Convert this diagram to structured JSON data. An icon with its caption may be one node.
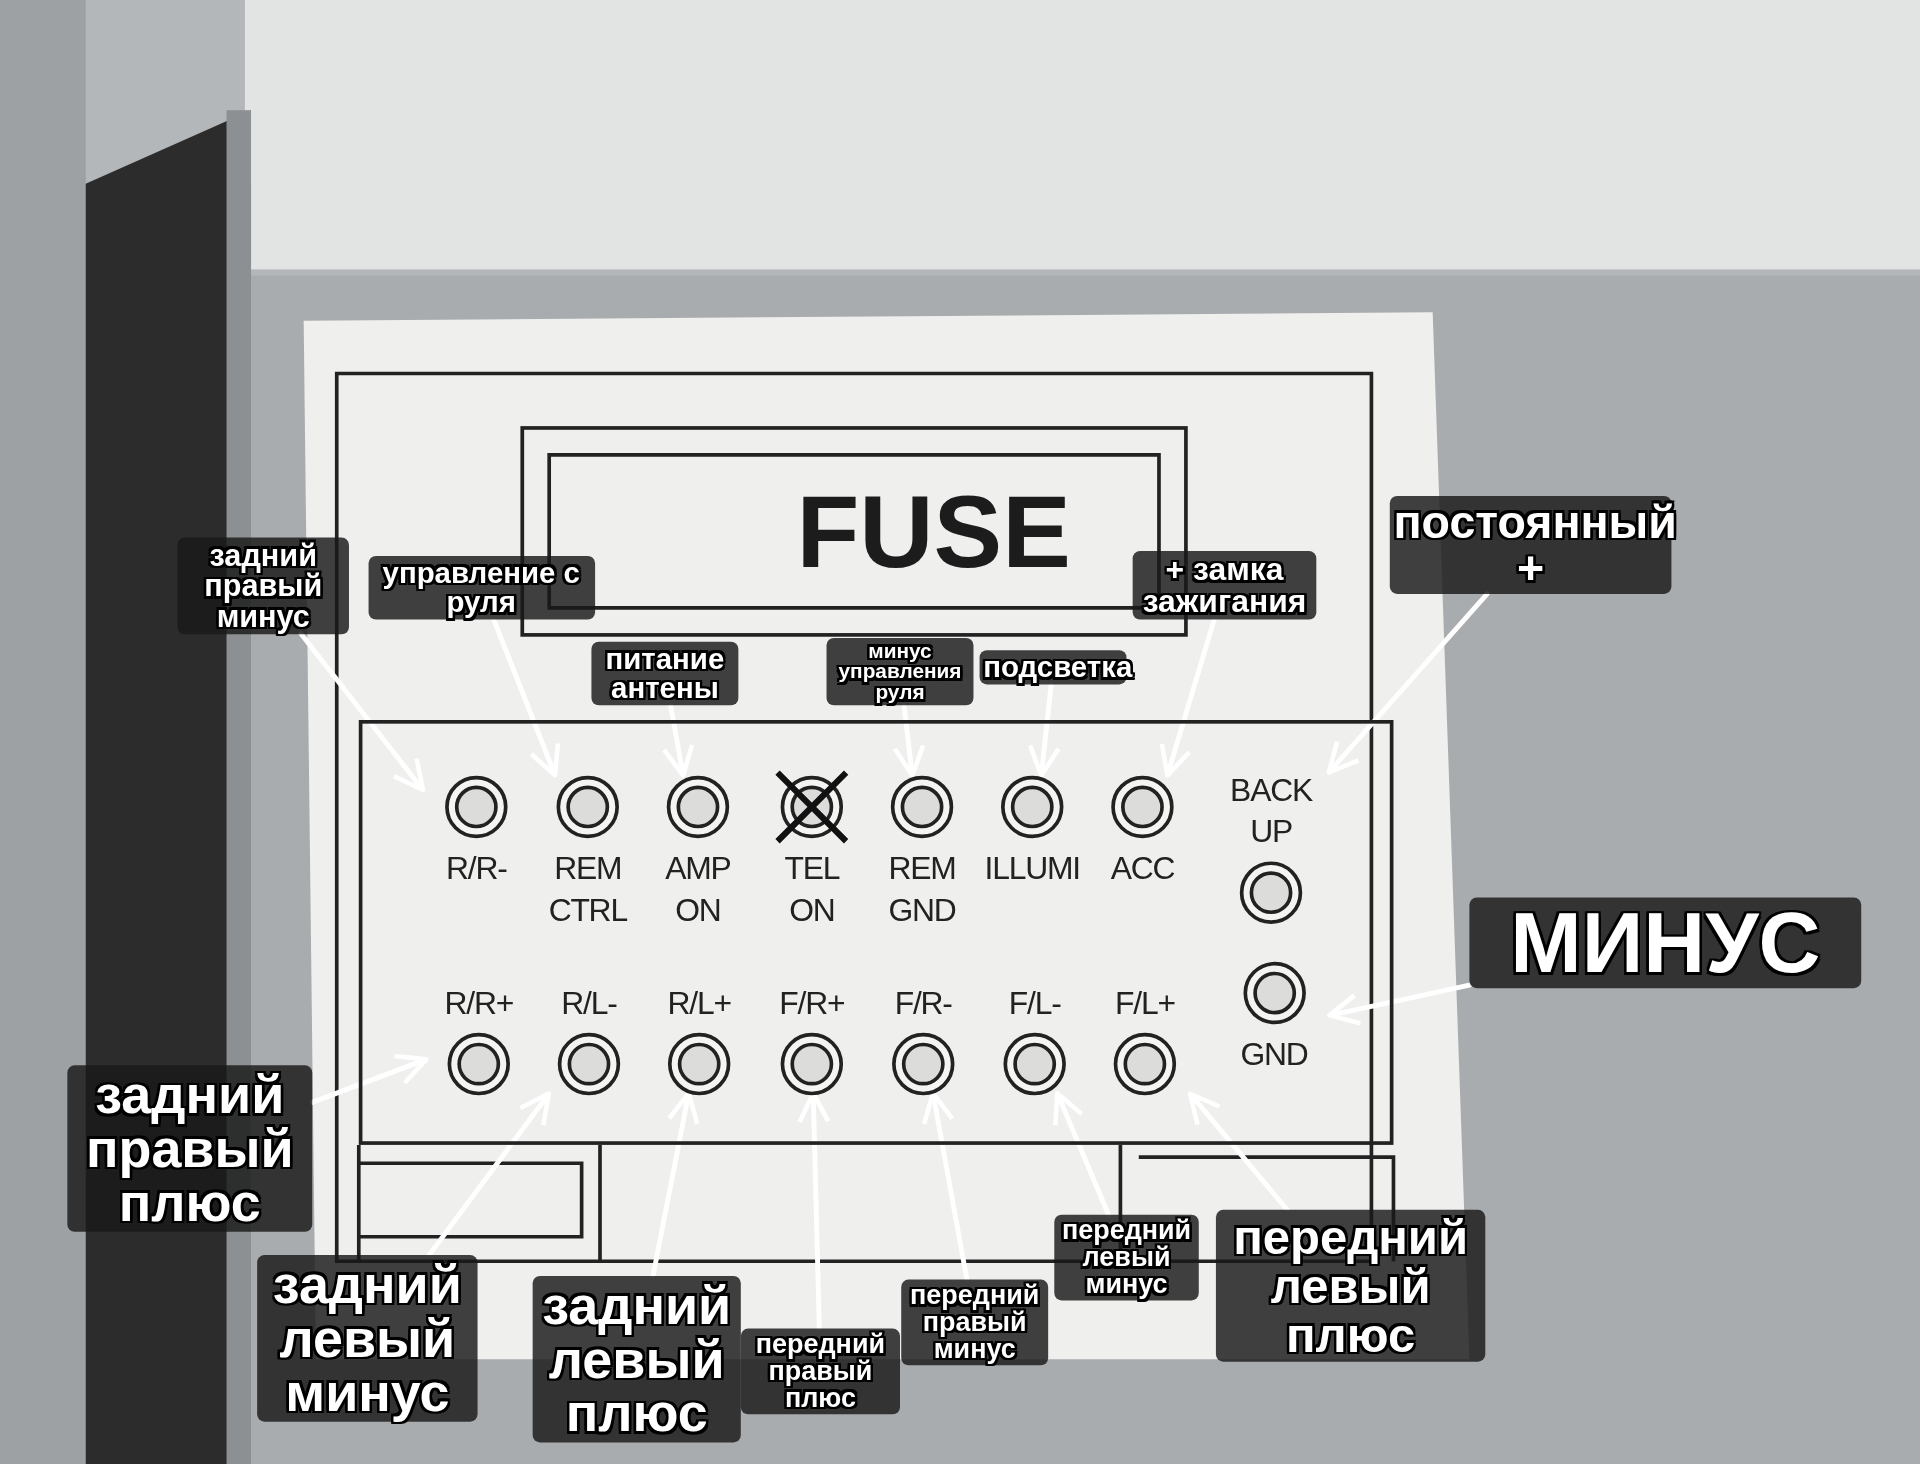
{
  "diagram": {
    "nodes": [
      {
        "text": [
          "FUSE"
        ]
      },
      {
        "text": [],
        "shape": "box"
      },
      {
        "text": [
          "R/R-"
        ],
        "in": 1
      },
      {
        "text": [
          "REM CTRL"
        ],
        "in": 1
      },
      {
        "text": [
          "AMP ON"
        ],
        "in": 1
      },
      {
        "text": [
          "TEL ON"
        ],
        "in": 1
      },
      {
        "text": [
          "REM GND"
        ],
        "in": 1
      },
      {
        "text": [
          "ILLUMI"
        ],
        "in": 1
      },
      {
        "text": [
          "ACC"
        ],
        "in": 1
      },
      {
        "text": [
          "BACK UP"
        ],
        "in": 1
      },
      {
        "text": [
          "R/R+"
        ],
        "in": 1
      },
      {
        "text": [
          "R/L-"
        ],
        "in": 1
      },
      {
        "text": [
          "R/L+"
        ],
        "in": 1
      },
      {
        "text": [
          "F/R+"
        ],
        "in": 1
      },
      {
        "text": [
          "F/R-"
        ],
        "in": 1
      },
      {
        "text": [
          "F/L-"
        ],
        "in": 1
      },
      {
        "text": [
          "F/L+"
        ],
        "in": 1
      },
      {
        "text": [
          "GND"
        ],
        "in": 1
      },
      {
        "text": [
          "задний правый минус"
        ]
      },
      {
        "text": [
          "управление с руля"
        ]
      },
      {
        "text": [
          "питание антены"
        ]
      },
      {
        "text": [
          "минус управления руля"
        ]
      },
      {
        "text": [
          "подсветка"
        ]
      },
      {
        "text": [
          "+ замка зажигания"
        ]
      },
      {
        "text": [
          "постоянный +"
        ]
      },
      {
        "text": [
          "МИНУС"
        ]
      },
      {
        "text": [
          "задний правый плюс"
        ]
      },
      {
        "text": [
          "задний левый минус"
        ]
      },
      {
        "text": [
          "задний левый плюс"
        ]
      },
      {
        "text": [
          "передний правый плюс"
        ]
      },
      {
        "text": [
          "передний правый минус"
        ]
      },
      {
        "text": [
          "передний левый минус"
        ]
      },
      {
        "text": [
          "передний левый плюс"
        ]
      }
    ],
    "edges": [
      {
        "from": 18,
        "to": 2,
        "arrow": "to"
      },
      {
        "from": 19,
        "to": 3,
        "arrow": "to"
      },
      {
        "from": 20,
        "to": 4,
        "arrow": "to"
      },
      {
        "from": 21,
        "to": 6,
        "arrow": "to"
      },
      {
        "from": 22,
        "to": 7,
        "arrow": "to"
      },
      {
        "from": 23,
        "to": 8,
        "arrow": "to"
      },
      {
        "from": 24,
        "to": 9,
        "arrow": "to"
      },
      {
        "from": 25,
        "to": 17,
        "arrow": "to"
      },
      {
        "from": 26,
        "to": 10,
        "arrow": "to"
      },
      {
        "from": 27,
        "to": 11,
        "arrow": "to"
      },
      {
        "from": 28,
        "to": 12,
        "arrow": "to"
      },
      {
        "from": 29,
        "to": 13,
        "arrow": "to"
      },
      {
        "from": 30,
        "to": 14,
        "arrow": "to"
      },
      {
        "from": 31,
        "to": 15,
        "arrow": "to"
      },
      {
        "from": 32,
        "to": 16,
        "arrow": "to"
      }
    ]
  }
}
